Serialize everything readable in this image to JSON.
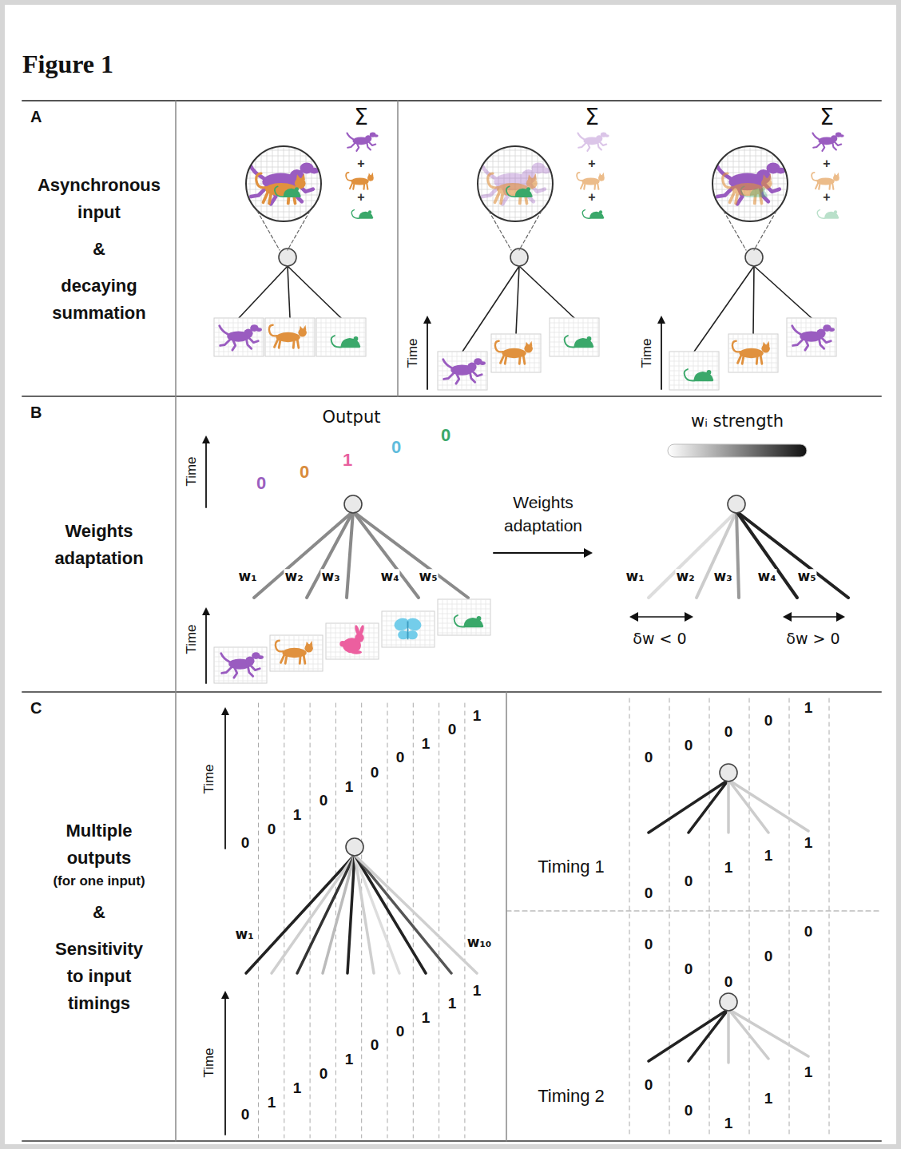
{
  "diagram": {
    "title": "Figure 1",
    "nodes": [
      {
        "text": [
          "A",
          "Asynchronous input",
          "&",
          "decaying summation"
        ]
      },
      {
        "text": [
          "B",
          "Weights adaptation"
        ]
      },
      {
        "text": [
          "C",
          "Multiple outputs",
          "(for one input)",
          "&",
          "Sensitivity to input timings"
        ]
      }
    ],
    "labels": [
      "Σ",
      "+",
      "+",
      "Σ",
      "+",
      "+",
      "Σ",
      "+",
      "+",
      "Time",
      "Time",
      "Time",
      "Output",
      "0",
      "0",
      "1",
      "0",
      "0",
      "w₁",
      "w₂",
      "w₃",
      "w₄",
      "w₅",
      "Time",
      "Weights adaptation",
      "wᵢ strength",
      "w₁",
      "w₂",
      "w₃",
      "w₄",
      "w₅",
      "δw < 0",
      "δw > 0",
      "Time",
      "0",
      "0",
      "1",
      "0",
      "1",
      "0",
      "0",
      "1",
      "0",
      "1",
      "w₁",
      "w₁₀",
      "Time",
      "0",
      "1",
      "1",
      "0",
      "1",
      "0",
      "0",
      "1",
      "1",
      "1",
      "0",
      "0",
      "0",
      "0",
      "1",
      "Timing 1",
      "0",
      "0",
      "1",
      "1",
      "1",
      "0",
      "0",
      "0",
      "0",
      "0",
      "Timing 2",
      "0",
      "0",
      "1",
      "1",
      "1"
    ]
  }
}
